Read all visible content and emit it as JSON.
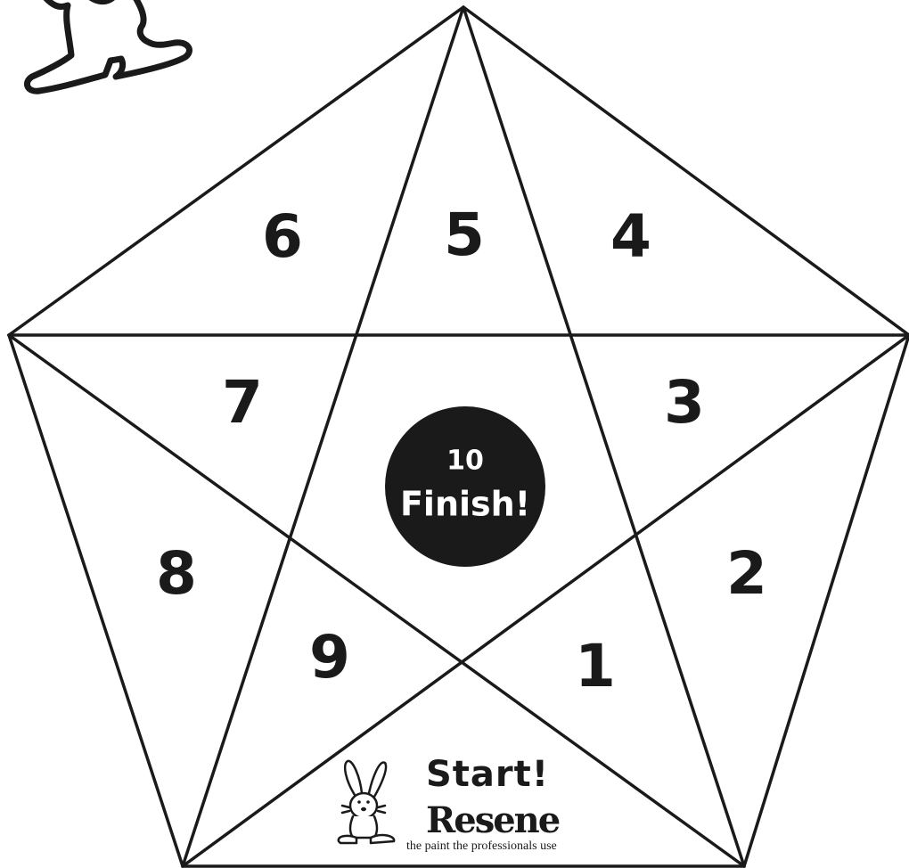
{
  "board": {
    "spaces": [
      {
        "id": "space-1",
        "label": "1"
      },
      {
        "id": "space-2",
        "label": "2"
      },
      {
        "id": "space-3",
        "label": "3"
      },
      {
        "id": "space-4",
        "label": "4"
      },
      {
        "id": "space-5",
        "label": "5"
      },
      {
        "id": "space-6",
        "label": "6"
      },
      {
        "id": "space-7",
        "label": "7"
      },
      {
        "id": "space-8",
        "label": "8"
      },
      {
        "id": "space-9",
        "label": "9"
      }
    ],
    "finish": {
      "number": "10",
      "label": "Finish!"
    },
    "start": {
      "label": "Start!"
    }
  },
  "brand": {
    "name": "Resene",
    "tagline": "the paint the professionals use"
  },
  "colors": {
    "ink": "#1a1a1a",
    "background": "#ffffff"
  },
  "icons": {
    "corner_art": "bunny-feet-icon",
    "mascot": "bunny-icon"
  }
}
